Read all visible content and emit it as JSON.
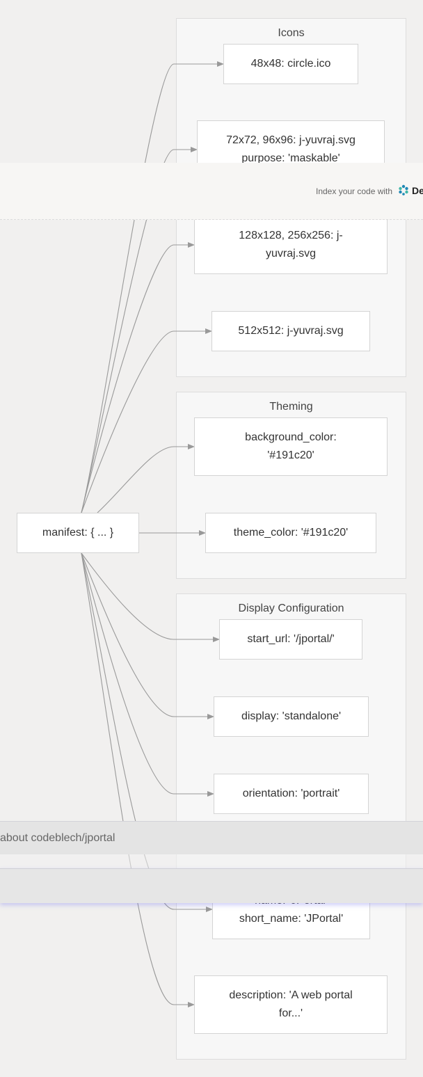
{
  "diagram": {
    "root": "manifest: { ... }",
    "groups": {
      "icons": {
        "title": "Icons",
        "nodes": [
          "48x48: circle.ico",
          "72x72, 96x96: j-yuvraj.svg\npurpose: 'maskable'",
          "128x128, 256x256: j-\nyuvraj.svg",
          "512x512: j-yuvraj.svg"
        ]
      },
      "theming": {
        "title": "Theming",
        "nodes": [
          "background_color:\n'#191c20'",
          "theme_color: '#191c20'"
        ]
      },
      "display": {
        "title": "Display Configuration",
        "nodes": [
          "start_url: '/jportal/'",
          "display: 'standalone'",
          "orientation: 'portrait'"
        ]
      },
      "app_identity": {
        "nodes": [
          "name: 'JPortal'\nshort_name: 'JPortal'",
          "description: 'A web portal\nfor...'"
        ]
      }
    }
  },
  "banner": {
    "text": "Index your code with",
    "brand": "De"
  },
  "chat": {
    "label": "about codeblech/jportal"
  },
  "colors": {
    "edge": "#999999",
    "logo_blue": "#1e88b5",
    "logo_teal": "#3fb6a8"
  }
}
